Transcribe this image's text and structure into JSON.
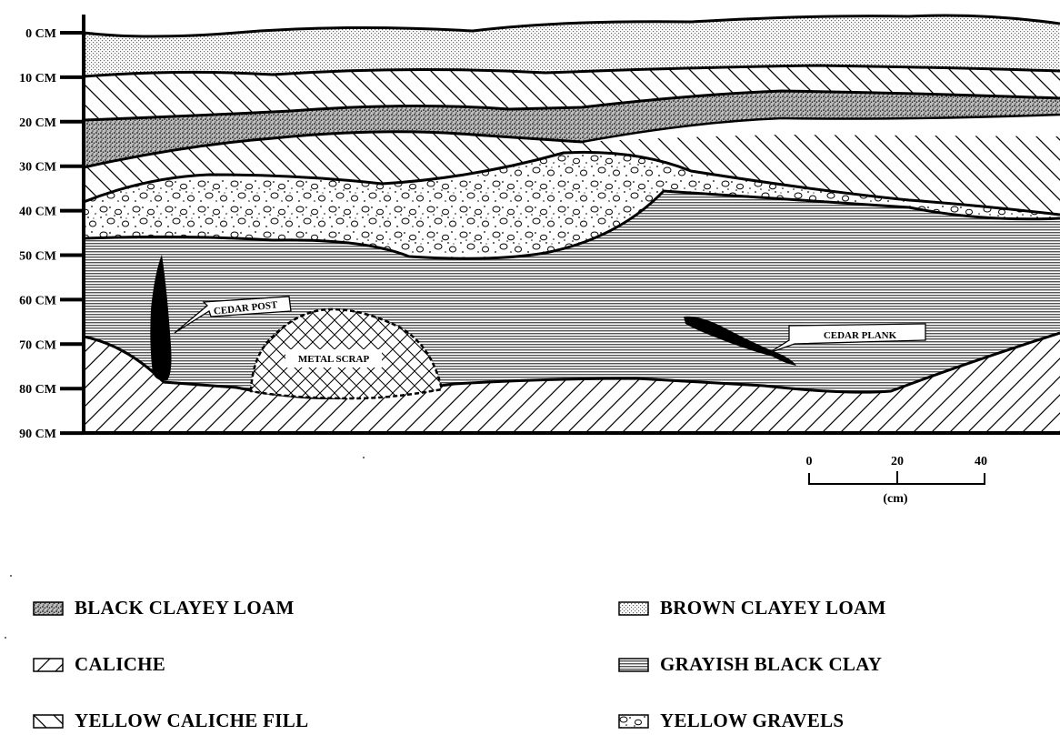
{
  "profile": {
    "depth_labels": [
      "0 CM",
      "10 CM",
      "20 CM",
      "30 CM",
      "40 CM",
      "50 CM",
      "60 CM",
      "70 CM",
      "80 CM",
      "90 CM"
    ],
    "features": {
      "cedar_post": "CEDAR POST",
      "metal_scrap": "METAL SCRAP",
      "cedar_plank": "CEDAR PLANK"
    },
    "scale": {
      "ticks": [
        "0",
        "20",
        "40"
      ],
      "unit": "(cm)"
    }
  },
  "legend": {
    "items": [
      {
        "label": "BLACK CLAYEY LOAM",
        "pattern": "black-clayey-loam"
      },
      {
        "label": "CALICHE",
        "pattern": "caliche"
      },
      {
        "label": "YELLOW CALICHE FILL",
        "pattern": "yellow-caliche-fill"
      },
      {
        "label": "BROWN CLAYEY LOAM",
        "pattern": "brown-clayey-loam"
      },
      {
        "label": "GRAYISH BLACK CLAY",
        "pattern": "grayish-black-clay"
      },
      {
        "label": "YELLOW GRAVELS",
        "pattern": "yellow-gravels"
      }
    ]
  },
  "colors": {
    "ink": "#000000",
    "paper": "#ffffff",
    "stipple_dark": "#555555",
    "stipple_light": "#9a9a9a"
  }
}
